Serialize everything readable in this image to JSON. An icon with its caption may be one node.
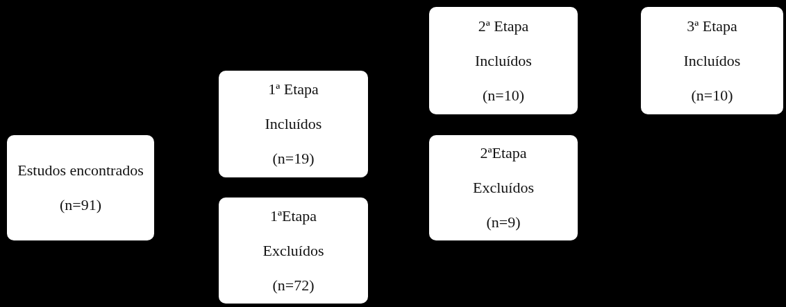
{
  "diagram": {
    "nodes": [
      {
        "text": [
          "Estudos encontrados",
          "(n=91)"
        ]
      },
      {
        "text": [
          "1ª Etapa",
          "Incluídos",
          "(n=19)"
        ]
      },
      {
        "text": [
          "1ªEtapa",
          "Excluídos",
          "(n=72)"
        ]
      },
      {
        "text": [
          "2ª Etapa",
          "Incluídos",
          "(n=10)"
        ]
      },
      {
        "text": [
          "2ªEtapa",
          "Excluídos",
          "(n=9)"
        ]
      },
      {
        "text": [
          "3ª Etapa",
          "Incluídos",
          "(n=10)"
        ]
      }
    ]
  }
}
